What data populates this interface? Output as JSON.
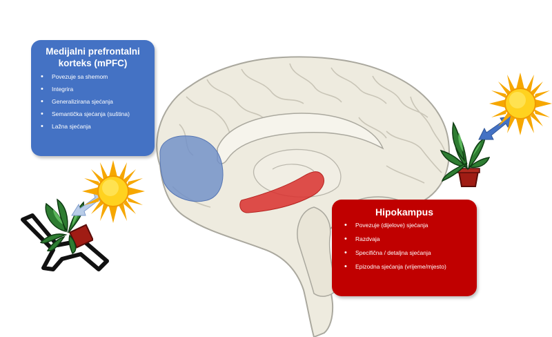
{
  "mpfc": {
    "title": "Medijalni prefrontalni korteks (mPFC)",
    "items": [
      "Povezuje  sa shemom",
      "Integrira",
      "Generalizirana sjećanja",
      "Semantička sjećanja (suština)",
      "Lažna sjećanja"
    ],
    "color": "#4472c4"
  },
  "hippocampus": {
    "title": "Hipokampus",
    "items": [
      "Povezuje  (dijelove)  sjećanja",
      "Razdvaja",
      "Specifična   / detaljna  sjećanja",
      "Epizodna  sjećanja  (vrijeme/mjesto)"
    ],
    "color": "#c00000"
  },
  "icons": {
    "brain": "brain-sagittal-icon",
    "sun": "sun-icon",
    "plant": "potted-plant-icon",
    "arrow": "double-arrow-icon",
    "chair": "lounge-chair-icon"
  }
}
